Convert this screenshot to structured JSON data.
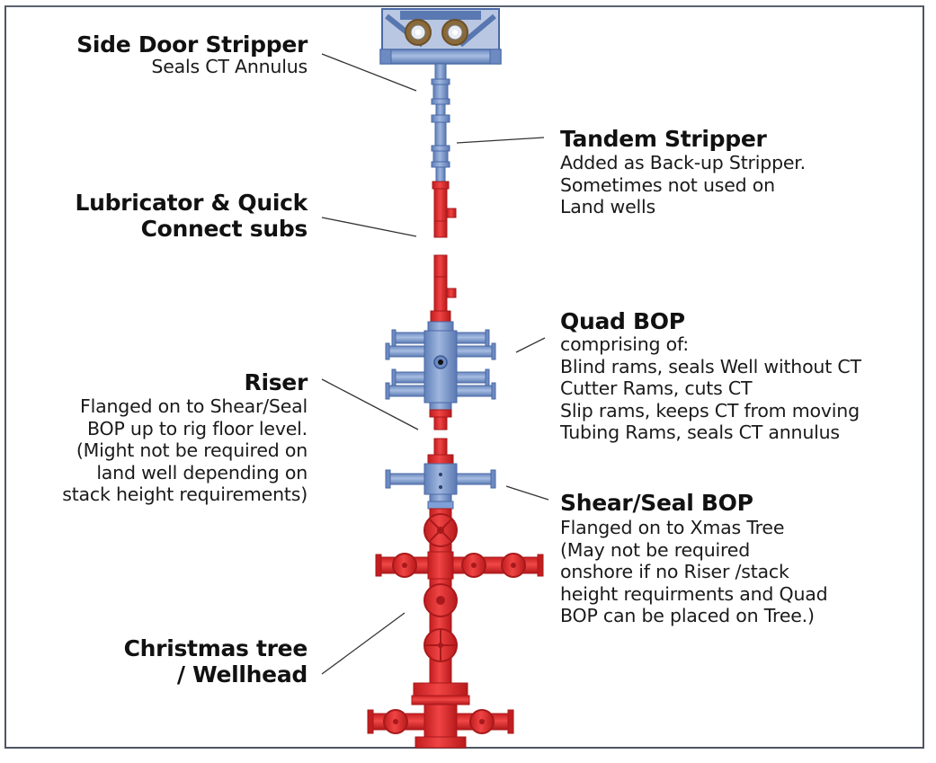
{
  "diagram": {
    "colors": {
      "frame": "#4d5563",
      "blue_component": "#7b98c9",
      "blue_dark": "#4b6aa6",
      "red_component": "#e02a2a",
      "red_dark": "#a8191b",
      "leader_line": "#333333"
    },
    "labels": {
      "side_door_stripper": {
        "title": "Side Door Stripper",
        "lines": [
          "Seals CT Annulus"
        ]
      },
      "tandem_stripper": {
        "title": "Tandem Stripper",
        "lines": [
          "Added as Back-up Stripper.",
          "Sometimes not used on",
          "Land wells"
        ]
      },
      "lubricator": {
        "title_lines": [
          "Lubricator & Quick",
          "Connect subs"
        ]
      },
      "quad_bop": {
        "title": "Quad BOP",
        "lines": [
          "comprising of:",
          "Blind rams, seals Well without CT",
          "Cutter Rams, cuts CT",
          "Slip rams, keeps CT  from moving",
          "Tubing Rams, seals CT annulus"
        ]
      },
      "riser": {
        "title": "Riser",
        "lines": [
          "Flanged on to Shear/Seal",
          "BOP up to rig floor level.",
          "(Might not be required on",
          "land well depending on",
          "stack height requirements)"
        ]
      },
      "shear_seal_bop": {
        "title": "Shear/Seal BOP",
        "lines": [
          "Flanged on to Xmas Tree",
          "(May not be required",
          "onshore if no Riser /stack",
          "height requirments and Quad",
          "BOP can be placed  on Tree.)"
        ]
      },
      "christmas_tree": {
        "title_lines": [
          "Christmas tree",
          "/ Wellhead"
        ]
      }
    }
  }
}
